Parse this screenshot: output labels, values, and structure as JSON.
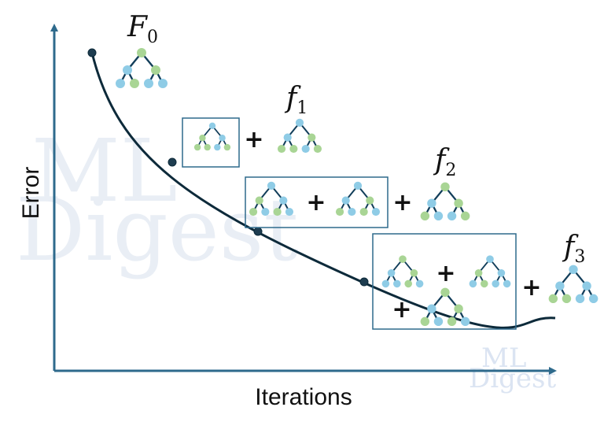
{
  "axes": {
    "x_label": "Iterations",
    "y_label": "Error",
    "color": "#2e6a8c"
  },
  "watermark": {
    "line1": "ML",
    "line2": "Digest"
  },
  "models": {
    "f0": {
      "base": "F",
      "sub": "0"
    },
    "f1": {
      "base": "f",
      "sub": "1"
    },
    "f2": {
      "base": "f",
      "sub": "2"
    },
    "f3": {
      "base": "f",
      "sub": "3"
    }
  },
  "plus_sign": "+",
  "colors": {
    "curve": "#0d2a3a",
    "box": "#2e6a8c",
    "tree_edge": "#123e5a",
    "node_blue": "#8fcce6",
    "node_green": "#a9d595"
  },
  "icons": {
    "tree": "decision-tree-icon"
  }
}
